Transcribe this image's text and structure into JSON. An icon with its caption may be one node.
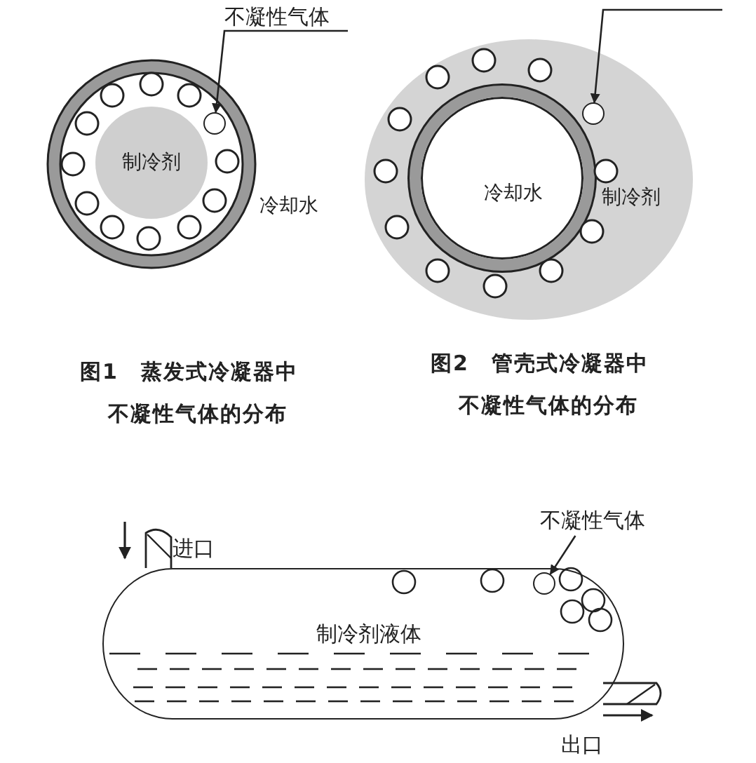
{
  "diagram": {
    "nodes": [
      {
        "text": [
          "不凝性气体"
        ]
      },
      {
        "text": [
          "制冷剂"
        ]
      },
      {
        "text": [],
        "shape": "circle"
      },
      {
        "text": [
          "制冷剂"
        ]
      },
      {
        "text": [
          "冷却水"
        ],
        "in": 3
      },
      {
        "text": [],
        "shape": "circle",
        "in": 4
      },
      {
        "text": [
          "不凝性气体"
        ]
      },
      {
        "text": [
          "制冷剂液体"
        ]
      },
      {
        "text": [],
        "shape": "circle",
        "in": 7
      }
    ],
    "edges": [
      {
        "from": 0,
        "to": 2,
        "arrow": "to"
      },
      {
        "from": null,
        "to": 5,
        "arrow": "to"
      },
      {
        "from": 6,
        "to": 8,
        "arrow": "to"
      }
    ],
    "labels": [
      "冷却水",
      "图1　蒸发式冷凝器中",
      "不凝性气体的分布",
      "图2　管壳式冷凝器中",
      "不凝性气体的分布",
      "进口",
      "出口"
    ]
  }
}
